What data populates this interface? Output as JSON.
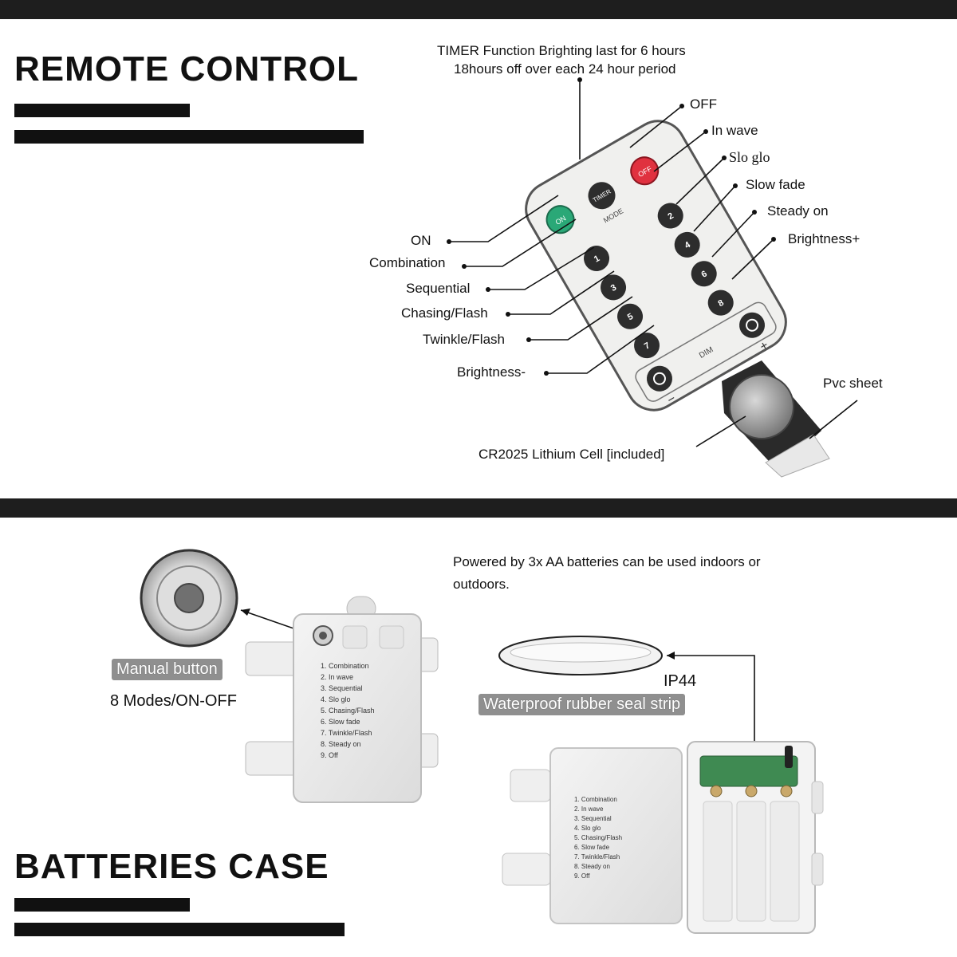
{
  "remote_section": {
    "heading": "REMOTE CONTROL",
    "timer_line1": "TIMER Function Brighting last for 6 hours",
    "timer_line2": "18hours off over each 24 hour period",
    "right_labels": [
      "OFF",
      "In wave",
      "Slo glo",
      "Slow fade",
      "Steady on",
      "Brightness+"
    ],
    "left_labels": [
      "ON",
      "Combination",
      "Sequential",
      "Chasing/Flash",
      "Twinkle/Flash",
      "Brightness-"
    ],
    "pvc_label": "Pvc sheet",
    "cell_label": "CR2025 Lithium Cell [included]",
    "remote_buttons": {
      "on": "ON",
      "timer": "TIMER",
      "off": "OFF",
      "mode": "MODE",
      "dim": "DIM",
      "plus": "+",
      "minus": "−",
      "numbers": [
        "1",
        "2",
        "3",
        "4",
        "5",
        "6",
        "7",
        "8"
      ]
    }
  },
  "battery_section": {
    "heading": "BATTERIES CASE",
    "powered_line1": "Powered by 3x AA batteries can be used indoors or",
    "powered_line2": "outdoors.",
    "manual_button": "Manual button",
    "modes": "8 Modes/ON-OFF",
    "ip": "IP44",
    "seal": "Waterproof rubber seal strip",
    "case_modes": [
      "1. Combination",
      "2. In wave",
      "3. Sequential",
      "4. Slo glo",
      "5. Chasing/Flash",
      "6. Slow fade",
      "7. Twinkle/Flash",
      "8. Steady on",
      "9. Off"
    ]
  },
  "colors": {
    "bar": "#1e1e1e",
    "on_button": "#2aa877",
    "off_button": "#e0313f",
    "remote_body": "#f0f0ee"
  }
}
